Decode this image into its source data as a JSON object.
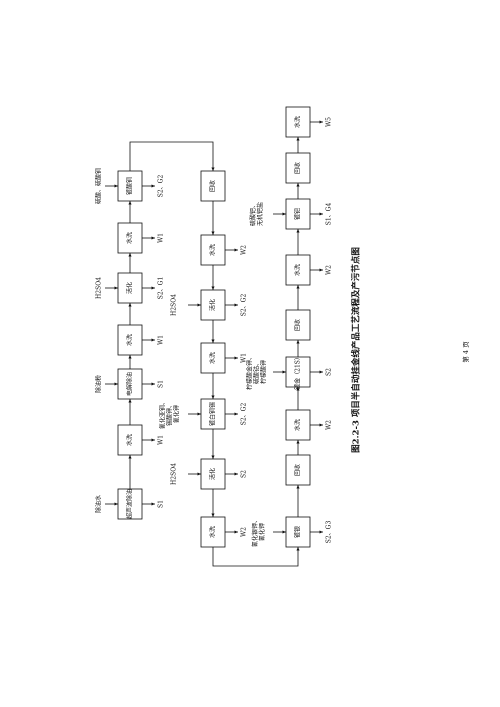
{
  "figure": {
    "caption": "图2.2-3  项目半自动挂金线产品工艺流程及产污节点图",
    "page_label": "第 4 页"
  },
  "steps": {
    "a1": "超声波除油",
    "a2": "水洗",
    "a3": "电解除油",
    "a4": "水洗",
    "a5": "活化",
    "a6": "水洗",
    "a7": "镀酸铜",
    "b1": "回收",
    "b2": "水洗",
    "b3": "活化",
    "b4": "水洗",
    "b5": "镀白铜锡",
    "b6": "活化",
    "b7": "水洗",
    "c1": "镀银",
    "c2": "回收",
    "c3": "水洗",
    "c4": "镀金（21S）",
    "c5": "回收",
    "c6": "水洗",
    "c7": "镀钯",
    "c8": "回收",
    "c9": "水洗"
  },
  "inputs": {
    "a1": "除油水",
    "a3": "除油粉",
    "a5": "H2SO4",
    "a7": "硫酸、硫酸铜",
    "b3": "H2SO4",
    "b5": "氰化亚铜、锡酸钾、氰化钾",
    "b6": "H2SO4",
    "c1": "氰化银钾、氰化钾",
    "c4": "柠檬酸金钾、硫酸钴、柠檬酸钾",
    "c7": "硫酸钯、无机钯盐"
  },
  "outputs": {
    "a1": "S1",
    "a2": "W1",
    "a3": "S1",
    "a4": "W1",
    "a5": "S2、G1",
    "a6": "W1",
    "a7": "S2、G2",
    "b2": "W2",
    "b3": "S2、G2",
    "b4": "W1",
    "b5": "S2、G2",
    "b6": "S2",
    "b7": "W2",
    "c1": "S2、G3",
    "c3": "W2",
    "c4": "S2",
    "c6": "W2",
    "c7": "S1、G4",
    "c9": "W5"
  }
}
